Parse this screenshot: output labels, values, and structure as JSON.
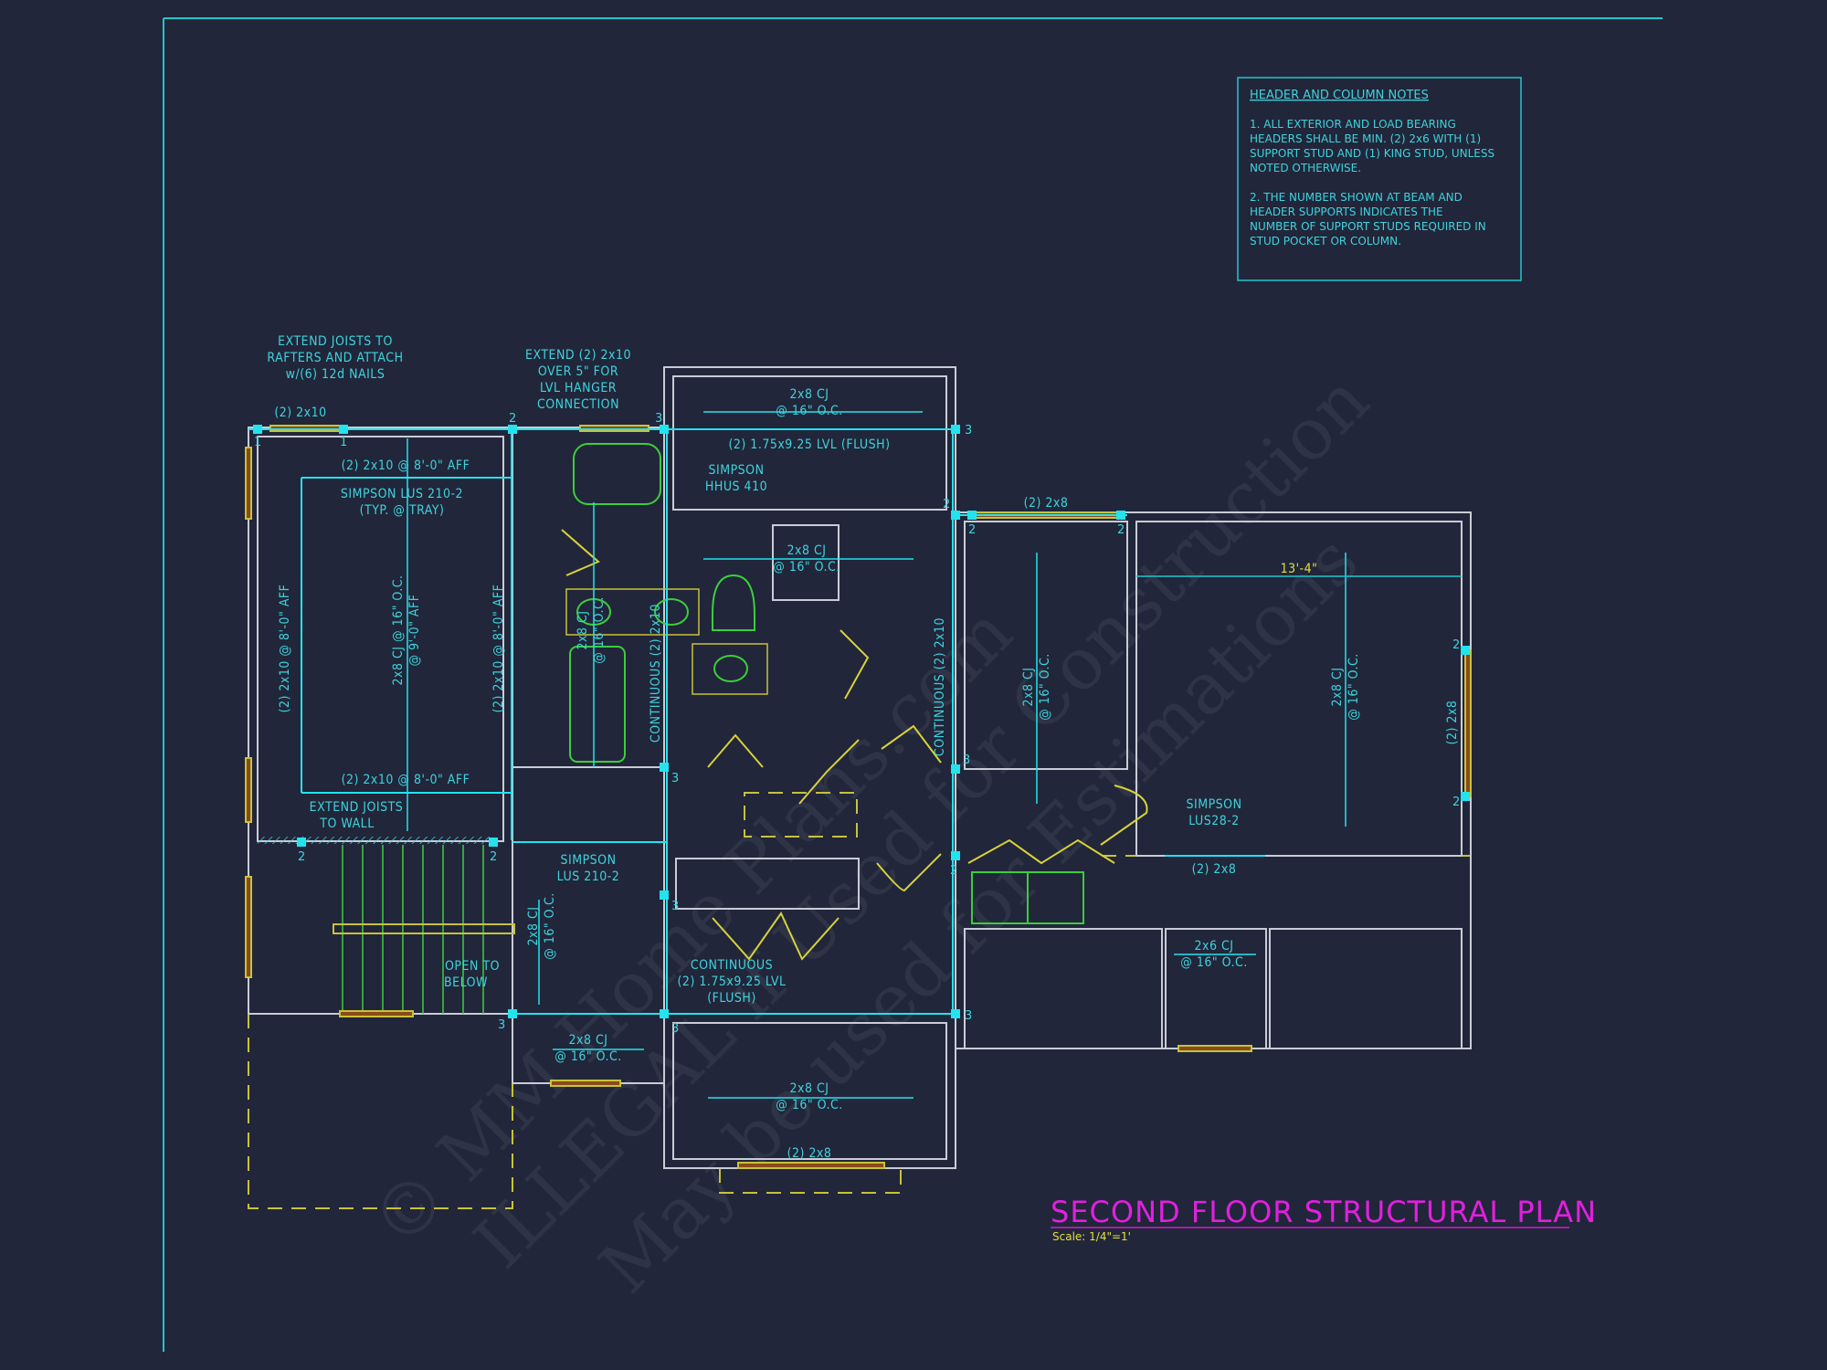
{
  "notes": {
    "title": "HEADER AND COLUMN NOTES",
    "lines": [
      "1. ALL EXTERIOR AND LOAD BEARING",
      "HEADERS SHALL BE MIN. (2) 2x6 WITH (1)",
      "SUPPORT STUD AND (1) KING STUD, UNLESS",
      "NOTED OTHERWISE.",
      "",
      "2. THE NUMBER SHOWN AT BEAM AND",
      "HEADER SUPPORTS INDICATES THE",
      "NUMBER OF SUPPORT STUDS REQUIRED IN",
      "STUD POCKET OR COLUMN."
    ]
  },
  "title": {
    "text": "SECOND FLOOR STRUCTURAL PLAN",
    "scale": "Scale: 1/4\"=1'",
    "color": "#e21fe0"
  },
  "colors": {
    "background": "#21263a",
    "beam": "#22e3ee",
    "text": "#3fd3dc",
    "wall": "#c9ccd6",
    "hidden": "#c8c23a",
    "fixture": "#3ccd3c"
  },
  "labels": {
    "extend_joists_rafters": [
      "EXTEND JOISTS TO",
      "RAFTERS AND ATTACH",
      "w/(6) 12d NAILS"
    ],
    "extend_2x10": [
      "EXTEND (2) 2x10",
      "OVER 5\" FOR",
      "LVL HANGER",
      "CONNECTION"
    ],
    "header_2x10_top": "(2) 2x10",
    "beam_tray_top": "(2) 2x10 @ 8'-0\" AFF",
    "simpson_tray": [
      "SIMPSON LUS 210-2",
      "(TYP. @ TRAY)"
    ],
    "tray_left_vertical": "(2) 2x10 @ 8'-0\" AFF",
    "tray_joists_vertical": [
      "2x8 CJ @ 16\" O.C.",
      "@ 9'-0\" AFF"
    ],
    "tray_right_vertical": "(2) 2x10 @ 8'-0\" AFF",
    "beam_tray_bottom": "(2) 2x10 @ 8'-0\" AFF",
    "extend_joists_wall": [
      "EXTEND JOISTS",
      "TO WALL"
    ],
    "simpson_lus210": [
      "SIMPSON",
      "LUS 210-2"
    ],
    "stair_joists_vertical": [
      "2x8 CJ",
      "@ 16\" O.C."
    ],
    "open_to_below": [
      "OPEN TO",
      "BELOW"
    ],
    "closet_joists": [
      "2x8 CJ",
      "@ 16\" O.C."
    ],
    "lvl_top": "(2) 1.75x9.25 LVL (FLUSH)",
    "simpson_hhus": [
      "SIMPSON",
      "HHUS 410"
    ],
    "shower_joists": [
      "2x8 CJ",
      "@ 16\" O.C."
    ],
    "bath_joists_vertical": [
      "2x8 CJ",
      "@ 16\" O.C."
    ],
    "continuous_left_vertical": "CONTINUOUS (2) 2x10",
    "continuous_right_vertical": "CONTINUOUS (2) 2x10",
    "bed2_header": "(2) 2x8",
    "bed2_joists_vertical": [
      "2x8 CJ",
      "@ 16\" O.C."
    ],
    "dimension": "13'-4\"",
    "bed3_joists_vertical": [
      "2x8 CJ",
      "@ 16\" O.C."
    ],
    "bed3_header_vertical": "(2) 2x8",
    "simpson_lus28": [
      "SIMPSON",
      "LUS28-2"
    ],
    "beam_2x8": "(2) 2x8",
    "closet_2x6": [
      "2x6 CJ",
      "@ 16\" O.C."
    ],
    "continuous_lvl": [
      "CONTINUOUS",
      "(2) 1.75x9.25 LVL",
      "(FLUSH)"
    ],
    "hall_joists": [
      "2x8 CJ",
      "@ 16\" O.C."
    ],
    "bottom_joists": [
      "2x8 CJ",
      "@ 16\" O.C."
    ],
    "bottom_header": "(2) 2x8"
  },
  "studs": [
    "1",
    "1",
    "2",
    "3",
    "3",
    "2",
    "2",
    "2",
    "2",
    "2",
    "2",
    "2",
    "2",
    "3",
    "3",
    "3",
    "3",
    "3",
    "3",
    "2",
    "3",
    "3"
  ],
  "watermark": [
    "© MM Home Plans.com",
    "ILLEGAL if Used for Construction",
    "May be used for Estimations"
  ]
}
